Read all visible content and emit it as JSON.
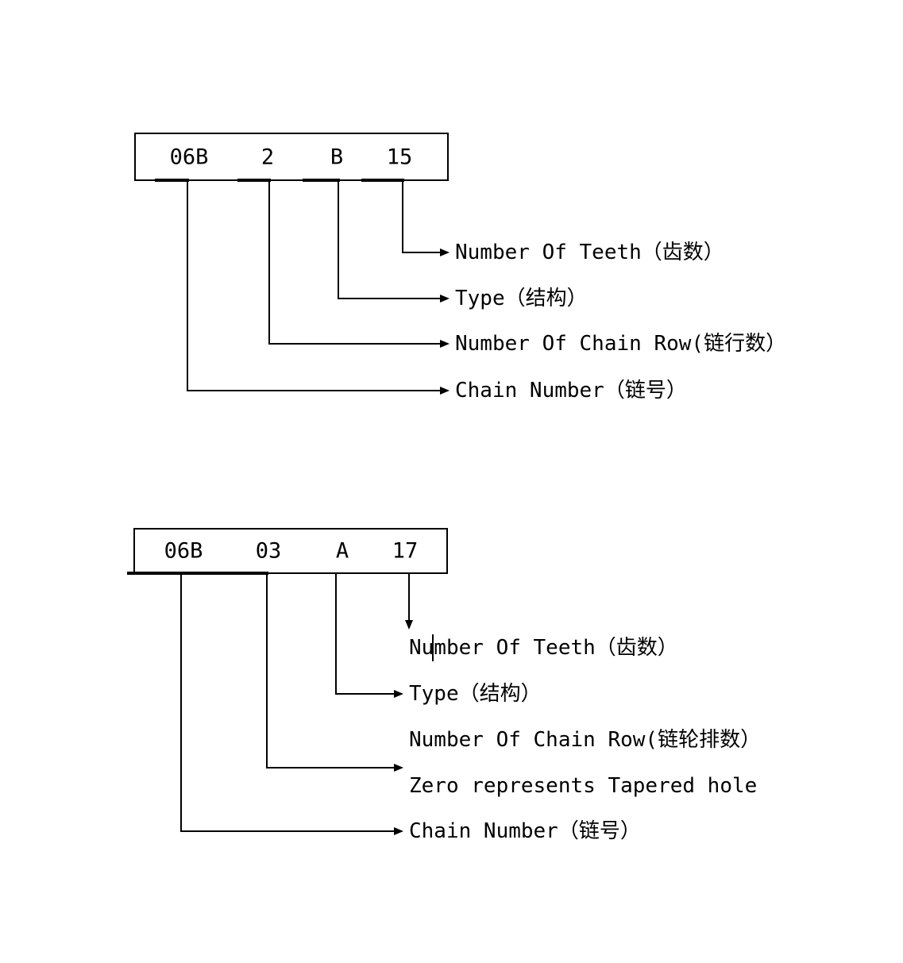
{
  "colors": {
    "background": "#ffffff",
    "line": "#000000",
    "text": "#000000"
  },
  "diagrams": {
    "top": {
      "box_values": [
        "06B",
        "2",
        "B",
        "15"
      ],
      "labels": [
        "Number Of Teeth（齿数）",
        "Type（结构）",
        "Number Of Chain Row(链行数）",
        "Chain Number（链号）"
      ]
    },
    "bottom": {
      "box_values": [
        "06B",
        "03",
        "A",
        "17"
      ],
      "labels": [
        "Number Of Teeth（齿数）",
        "Type（结构）",
        "Number Of Chain Row(链轮排数）",
        "Zero represents Tapered hole",
        "Chain Number（链号）"
      ]
    }
  }
}
